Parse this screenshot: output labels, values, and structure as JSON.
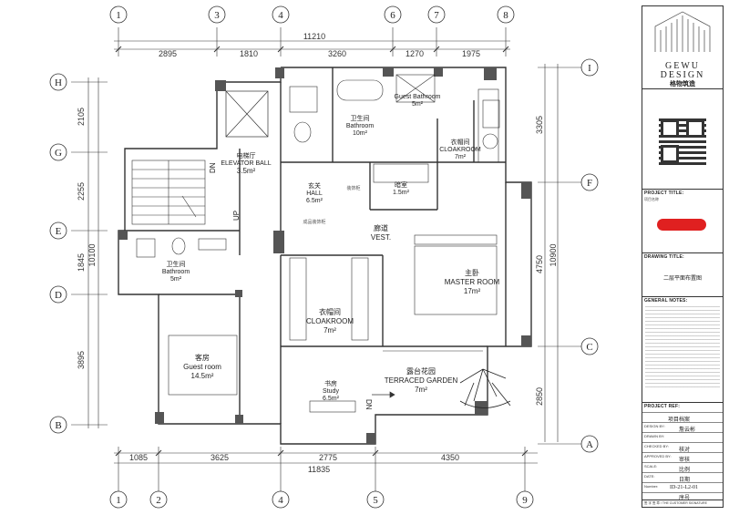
{
  "grid_top": [
    "1",
    "3",
    "4",
    "6",
    "7",
    "8"
  ],
  "grid_bottom": [
    "1",
    "2",
    "4",
    "5",
    "9"
  ],
  "grid_left": [
    "H",
    "G",
    "E",
    "D",
    "B"
  ],
  "grid_right": [
    "I",
    "F",
    "C",
    "A"
  ],
  "dims_top": [
    "2895",
    "1810",
    "3260",
    "1270",
    "1975"
  ],
  "dims_top_total": "11210",
  "dims_bottom": [
    "1085",
    "3625",
    "2775",
    "4350"
  ],
  "dims_bottom_total": "11835",
  "dims_left": [
    "2105",
    "2255",
    "1845",
    "3895"
  ],
  "dims_left_total": "10100",
  "dims_right": [
    "3305",
    "4750",
    "2850"
  ],
  "dims_right_total": "10900",
  "rooms": {
    "elevator_cn": "电梯厅",
    "elevator_en": "ELEVATOR BALL",
    "elevator_area": "3.5m²",
    "hall_cn": "玄关",
    "hall_en": "HALL",
    "hall_area": "6.5m²",
    "bath1_cn": "卫生间",
    "bath1_en": "Bathroom",
    "bath1_area": "10m²",
    "guest_bath_en": "Guest Bathroom",
    "guest_bath_area": "5m²",
    "cloak1_cn": "衣帽间",
    "cloak1_en": "CLOAKROOM",
    "cloak1_area": "7m²",
    "dark_cn": "暗室",
    "dark_area": "1.5m²",
    "vest_cn": "廊道",
    "vest_en": "VEST.",
    "master_cn": "主卧",
    "master_en": "MASTER ROOM",
    "master_area": "17m²",
    "bath2_cn": "卫生间",
    "bath2_en": "Bathroom",
    "bath2_area": "5m²",
    "cloak2_cn": "衣帽间",
    "cloak2_en": "CLOAKROOM",
    "cloak2_area": "7m²",
    "guest_cn": "客房",
    "guest_en": "Guest room",
    "guest_area": "14.5m²",
    "study_cn": "书房",
    "study_en": "Study",
    "study_area": "6.5m²",
    "terrace_cn": "露台花园",
    "terrace_en": "TERRACED GARDEN",
    "terrace_area": "7m²",
    "cabinet_label": "成品装饰柜",
    "decor_label": "装饰柜"
  },
  "stair": {
    "dn": "DN",
    "up": "UP",
    "dn2": "DN"
  },
  "brand": {
    "name_en_1": "GEWU",
    "name_en_2": "DESIGN",
    "name_cn": "格物筑造"
  },
  "titleblock": {
    "project_title_label": "PROJECT TITLE:",
    "project_title_cn": "项目名称",
    "drawing_title_label": "DRAWING TITLE:",
    "drawing_title": "二层平面布置图",
    "general_notes_label": "GENERAL NOTES:",
    "project_ref_label": "PROJECT REF:",
    "project_ref_cn": "项目档案",
    "design_by_label": "DESIGN BY:",
    "design_by_value": "詹云彬",
    "drawn_by_label": "DRAWN BY:",
    "checked_by_label": "CHECKED BY:",
    "checked_value": "核对",
    "approved_by_label": "APPROVED BY:",
    "approved_value": "审核",
    "scale_label": "SCALE:",
    "scale_value": "比例",
    "date_label": "DATE:",
    "date_value": "日期",
    "number_label": "Number:",
    "number_value": "ID-21-L2-01",
    "seq_value": "序号",
    "signature_label": "签 字 签 章 / THE CUSTOMER SIGNATURE"
  },
  "colors": {
    "accent_red": "#e02020",
    "wall": "#555555",
    "line": "#333333"
  }
}
